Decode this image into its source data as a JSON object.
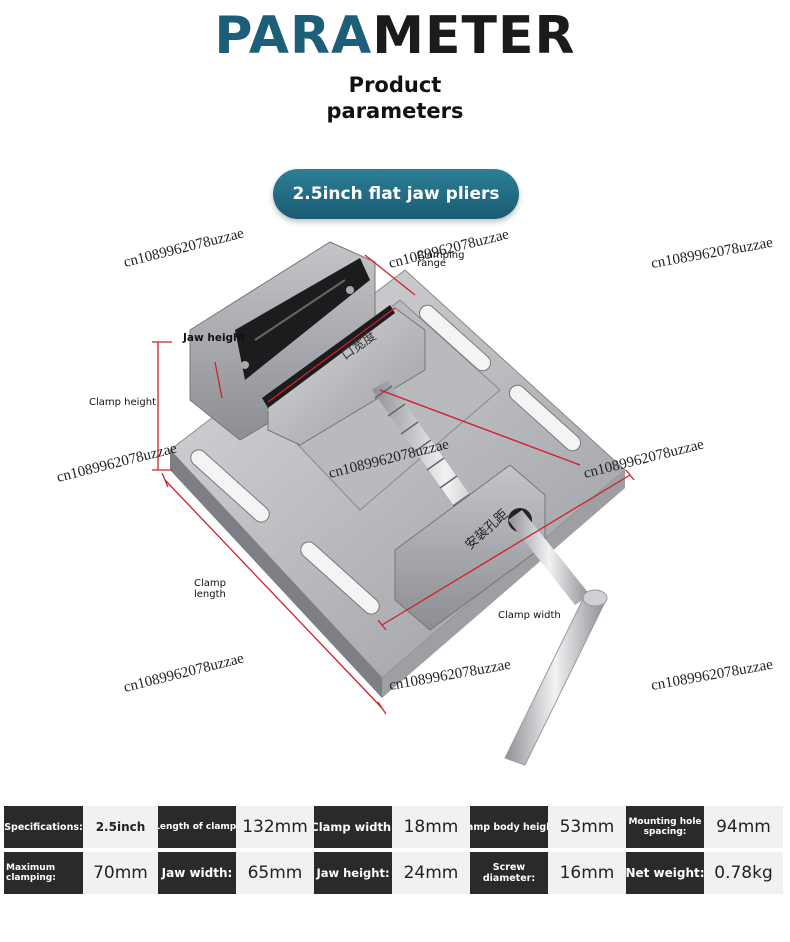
{
  "header": {
    "title_part1": "PARA",
    "title_part2": "METER",
    "subtitle_line1": "Product",
    "subtitle_line2": "parameters",
    "product_name": "2.5inch flat jaw pliers"
  },
  "watermark": "cn1089962078uzzae",
  "diagram_labels": {
    "jaw_height": "Jaw height",
    "clamp_height": "Clamp height",
    "clamp_length_1": "Clamp",
    "clamp_length_2": "length",
    "clamp_width": "Clamp width",
    "clamping_range_1": "Clamping",
    "clamping_range_2": "range",
    "jaw_width_cn": "口宽度",
    "mounting_spacing_cn": "安装孔距"
  },
  "specs": {
    "row1": [
      {
        "label": "Specifications:",
        "value": "2.5inch"
      },
      {
        "label": "Length of clamp:",
        "value": "132mm"
      },
      {
        "label": "Clamp width:",
        "value": "18mm"
      },
      {
        "label": "Clamp body height:",
        "value": "53mm"
      },
      {
        "label": "Mounting hole spacing:",
        "value": "94mm"
      }
    ],
    "row2": [
      {
        "label": "Maximum clamping:",
        "value": "70mm"
      },
      {
        "label": "Jaw width:",
        "value": "65mm"
      },
      {
        "label": "Jaw height:",
        "value": "24mm"
      },
      {
        "label": "Screw diameter:",
        "value": "16mm"
      },
      {
        "label": "Net weight:",
        "value": "0.78kg"
      }
    ]
  },
  "colors": {
    "title_accent": "#1d5f78",
    "pill": "#236e86",
    "dimension_line": "#d0202a",
    "spec_label_bg": "#2a2a2a",
    "spec_value_bg": "#f1f1f1"
  }
}
